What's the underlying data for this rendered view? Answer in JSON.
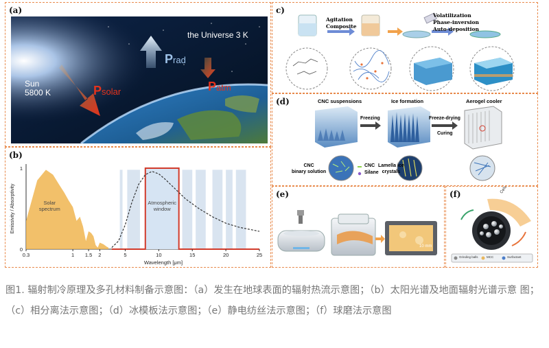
{
  "panel_a": {
    "label": "(a)",
    "sun_line1": "Sun",
    "sun_line2": "5800 K",
    "universe": "the Universe 3 K",
    "p_rad_main": "P",
    "p_rad_sub": "rad",
    "p_solar_main": "P",
    "p_solar_sub": "solar",
    "p_atm_main": "P",
    "p_atm_sub": "atm"
  },
  "panel_b": {
    "label": "(b)",
    "solar_label_1": "Solar",
    "solar_label_2": "spectrum",
    "window_label_1": "Atmospheric",
    "window_label_2": "window"
  },
  "panel_c": {
    "label": "c)",
    "step1_1": "Agitation",
    "step1_2": "Composite",
    "step2_1": "Volatilization",
    "step2_2": "Phase-inversion",
    "step2_3": "Auto-deposition"
  },
  "panel_d": {
    "label": "(d)",
    "title_1": "CNC suspensions",
    "title_2": "Ice formation",
    "title_3": "Aerogel cooler",
    "freezing": "Freezing",
    "freeze_drying": "Freeze-drying",
    "curing": "Curing",
    "legend_cnc": "CNC",
    "legend_silane": "Silane",
    "binary_1": "CNC",
    "binary_2": "binary solution",
    "lamella_1": "Lamella ice",
    "lamella_2": "crystals"
  },
  "panel_e": {
    "label": "(e)",
    "scale": "10 mm"
  },
  "panel_f": {
    "label": "(f)",
    "curved_text": "Cellulose nanomaterials",
    "legend_1": "Grinding balls",
    "legend_2": "MCC",
    "legend_3": "Surfactant"
  },
  "caption": "图1. 辐射制冷原理及多孔材料制备示意图：（a）发生在地球表面的辐射热流示意图；（b）太阳光谱及地面辐射光谱示意 图；（c）相分离法示意图；（d）冰模板法示意图；（e）静电纺丝法示意图；（f）球磨法示意图",
  "chart_data": {
    "type": "area",
    "title": "",
    "xlabel": "Wavelength [μm]",
    "ylabel": "Emissivity / Absorptivity",
    "x_ticks": [
      "0.3",
      "1",
      "1.5",
      "2",
      "5",
      "10",
      "15",
      "20",
      "25"
    ],
    "y_ticks": [
      "0",
      "1"
    ],
    "ylim": [
      0,
      1
    ],
    "window_range": [
      8,
      13
    ],
    "series": [
      {
        "name": "Solar spectrum",
        "color": "#f0b550",
        "x": [
          0.3,
          0.4,
          0.5,
          0.6,
          0.7,
          0.8,
          0.9,
          1.0,
          1.1,
          1.2,
          1.3,
          1.4,
          1.5,
          1.6,
          1.7,
          1.8,
          1.9,
          2.0,
          2.2,
          2.4,
          2.5
        ],
        "y": [
          0.35,
          0.85,
          0.98,
          0.92,
          0.8,
          0.7,
          0.6,
          0.52,
          0.35,
          0.4,
          0.28,
          0.1,
          0.22,
          0.2,
          0.16,
          0.05,
          0.02,
          0.08,
          0.06,
          0.03,
          0.02
        ]
      },
      {
        "name": "Atmospheric window",
        "color": "#d23a2a",
        "x": [
          3,
          8,
          8,
          13,
          13,
          25
        ],
        "y": [
          0,
          0,
          1,
          1,
          0,
          0
        ]
      },
      {
        "name": "Thermal radiation",
        "color": "#333333",
        "x": [
          3,
          4,
          5,
          6,
          7,
          8,
          9,
          10,
          11,
          12,
          13,
          14,
          16,
          18,
          20,
          22,
          25
        ],
        "y": [
          0.02,
          0.1,
          0.3,
          0.58,
          0.8,
          0.92,
          0.96,
          0.93,
          0.86,
          0.78,
          0.7,
          0.62,
          0.5,
          0.4,
          0.32,
          0.27,
          0.22
        ]
      }
    ]
  }
}
